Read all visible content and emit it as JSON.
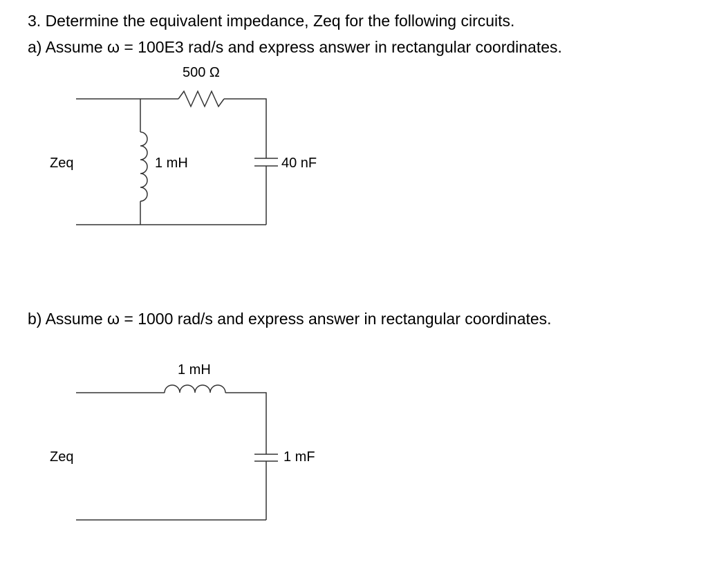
{
  "problem": {
    "heading": "3. Determine the equivalent impedance, Zeq for the following circuits.",
    "part_a": "a) Assume ω = 100E3 rad/s and express answer in rectangular coordinates.",
    "part_b": "b) Assume ω = 1000 rad/s and express answer in rectangular coordinates."
  },
  "circuit_a": {
    "zeq_label": "Zeq",
    "resistor_label": "500 Ω",
    "inductor_label": "1 mH",
    "capacitor_label": "40 nF"
  },
  "circuit_b": {
    "zeq_label": "Zeq",
    "inductor_label": "1 mH",
    "capacitor_label": "1 mF"
  }
}
